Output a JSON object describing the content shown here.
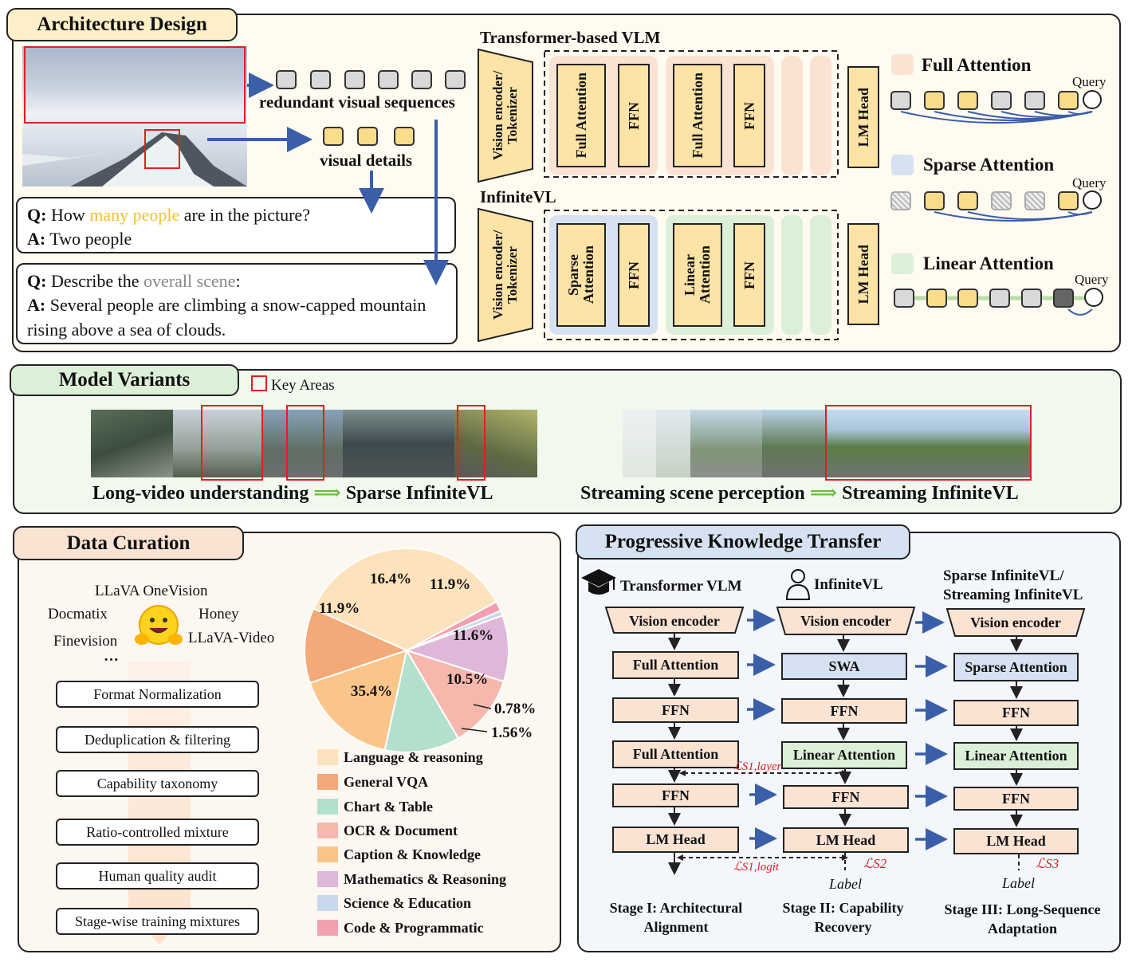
{
  "architecture": {
    "title": "Architecture Design",
    "redundant_label": "redundant visual sequences",
    "details_label": "visual details",
    "qa1": {
      "q_prefix": "Q:",
      "q_before": " How ",
      "q_highlight": "many people",
      "q_after": " are in the picture?",
      "a_prefix": "A:",
      "answer": " Two people"
    },
    "qa2": {
      "q_prefix": "Q:",
      "q_before": " Describe the ",
      "q_highlight": "overall scene",
      "q_after": ":",
      "a_prefix": "A:",
      "answer": " Several people are climbing a snow-capped mountain rising above a sea of clouds."
    },
    "tvlm_title": "Transformer-based VLM",
    "infinite_title": "InfiniteVL",
    "encoder_label": "Vision encoder/ Tokenizer",
    "full_attention": "Full Attention",
    "sparse_attention": "Sparse Attention",
    "linear_attention": "Linear Attention",
    "ffn": "FFN",
    "lm_head": "LM Head",
    "legend": {
      "full": "Full Attention",
      "sparse": "Sparse Attention",
      "linear": "Linear Attention",
      "query": "Query"
    }
  },
  "variants": {
    "title": "Model Variants",
    "key_areas": "Key Areas",
    "left_caption_a": "Long-video understanding",
    "left_caption_b": "Sparse InfiniteVL",
    "right_caption_a": "Streaming scene perception",
    "right_caption_b": "Streaming InfiniteVL",
    "arrow": "⟹"
  },
  "curation": {
    "title": "Data Curation",
    "sources": [
      "LLaVA OneVision",
      "Docmatix",
      "Honey",
      "Finevision",
      "LLaVA-Video",
      "···"
    ],
    "steps": [
      "Format Normalization",
      "Deduplication & filtering",
      "Capability taxonomy",
      "Ratio-controlled mixture",
      "Human quality audit",
      "Stage-wise training mixtures"
    ]
  },
  "chart_data": {
    "type": "pie",
    "categories": [
      "Language & reasoning",
      "General VQA",
      "Chart & Table",
      "OCR & Document",
      "Caption & Knowledge",
      "Mathematics & Reasoning",
      "Science & Education",
      "Code & Programmatic"
    ],
    "values": [
      35.4,
      11.9,
      11.9,
      11.6,
      16.4,
      10.5,
      0.78,
      1.56
    ],
    "labels": [
      "35.4%",
      "11.9%",
      "11.9%",
      "11.6%",
      "16.4%",
      "10.5%",
      "0.78%",
      "1.56%"
    ],
    "colors": [
      "#fde3bd",
      "#f3a978",
      "#b3e0cc",
      "#f6b8ad",
      "#f9c58a",
      "#dfb7d8",
      "#c9d8ea",
      "#f2a0b0"
    ]
  },
  "transfer": {
    "title": "Progressive Knowledge Transfer",
    "col1_title": "Transformer VLM",
    "col2_title": "InfiniteVL",
    "col3_title_line1": "Sparse InfiniteVL/",
    "col3_title_line2": "Streaming InfiniteVL",
    "col1": [
      "Vision encoder",
      "Full Attention",
      "FFN",
      "Full Attention",
      "FFN",
      "LM Head"
    ],
    "col2": [
      "Vision encoder",
      "SWA",
      "FFN",
      "Linear Attention",
      "FFN",
      "LM Head"
    ],
    "col3": [
      "Vision encoder",
      "Sparse Attention",
      "FFN",
      "Linear Attention",
      "FFN",
      "LM Head"
    ],
    "loss_layer": "ℒS1,layer",
    "loss_logit": "ℒS1,logit",
    "loss_s2": "ℒS2",
    "loss_s3": "ℒS3",
    "label": "Label",
    "stage1": [
      "Stage I:  Architectural",
      "Alignment"
    ],
    "stage2": [
      "Stage II:  Capability",
      "Recovery"
    ],
    "stage3": [
      "Stage III: Long-Sequence",
      "Adaptation"
    ]
  }
}
